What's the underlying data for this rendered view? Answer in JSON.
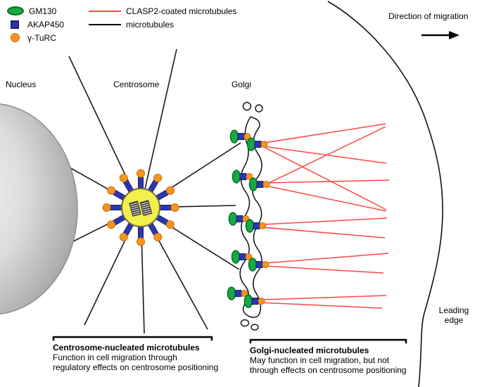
{
  "legend": {
    "items": [
      {
        "label": "GM130",
        "icon": "green-ellipse",
        "color": "#17a942"
      },
      {
        "label": "AKAP450",
        "icon": "blue-square",
        "color": "#2d35b0"
      },
      {
        "label": "γ-TuRC",
        "icon": "orange-circle",
        "color": "#f7941d"
      },
      {
        "label": "CLASP2-coated microtubules",
        "icon": "red-line",
        "color": "#ff4545"
      },
      {
        "label": "microtubules",
        "icon": "black-line",
        "color": "#000000"
      }
    ]
  },
  "labels": {
    "nucleus": "Nucleus",
    "centrosome": "Centrosome",
    "golgi": "Golgi",
    "direction": "Direction of migration",
    "leading_edge": [
      "Leading",
      "edge"
    ]
  },
  "captions": {
    "centrosome_title": "Centrosome-nucleated microtubules",
    "centrosome_body": [
      "Function in cell migration through",
      "regulatory effects on centrosome positioning"
    ],
    "golgi_title": "Golgi-nucleated microtubules",
    "golgi_body": [
      "May function in cell migration, but not",
      "through effects on centrosome positioning"
    ]
  },
  "colors": {
    "gm130_green": "#17a942",
    "akap450_blue": "#2d35b0",
    "gturc_orange": "#f7941d",
    "clasp2_red": "#ff4545",
    "microtubule_black": "#000000",
    "centrosome_yellow": "#f3ef4d"
  }
}
